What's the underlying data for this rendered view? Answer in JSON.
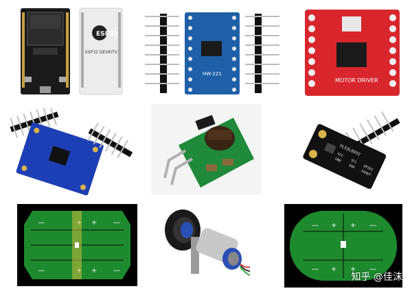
{
  "watermark": "知乎 @佳沫",
  "labels": {
    "esp32_brand": "ESP32",
    "esp32_sub": "ESP32 DEVKITV1",
    "level_shifter": "HW-221",
    "motor_driver": "MOTOR DRIVER",
    "tof_sensor": "VL53L0XV2",
    "tof_pins": [
      "VCC",
      "GND",
      "SCL",
      "SDA",
      "GPIO1",
      "XSHUT"
    ]
  }
}
